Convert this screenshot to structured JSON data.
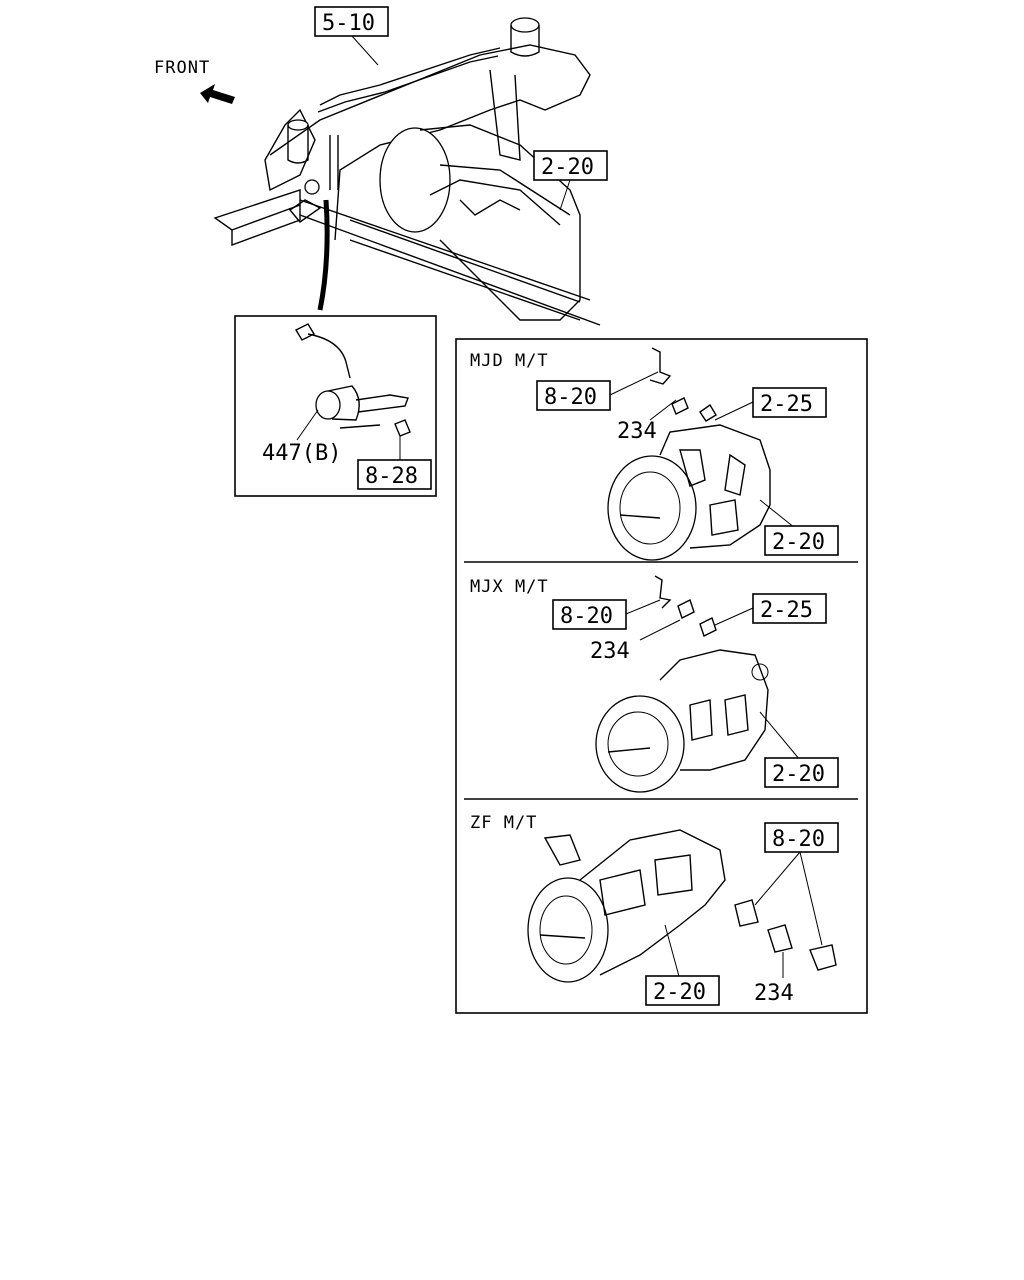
{
  "main_view": {
    "front_label": "FRONT",
    "callouts": {
      "frame_ref": "5-10",
      "transmission_ref": "2-20"
    }
  },
  "switch_detail": {
    "part_number": "447(B)",
    "bolt_ref": "8-28"
  },
  "variants": [
    {
      "title": "MJD M/T",
      "bracket_ref": "8-20",
      "switch_part": "234",
      "harness_ref": "2-25",
      "transmission_ref": "2-20"
    },
    {
      "title": "MJX M/T",
      "bracket_ref": "8-20",
      "switch_part": "234",
      "harness_ref": "2-25",
      "transmission_ref": "2-20"
    },
    {
      "title": "ZF M/T",
      "bracket_ref": "8-20",
      "switch_part": "234",
      "transmission_ref": "2-20"
    }
  ]
}
